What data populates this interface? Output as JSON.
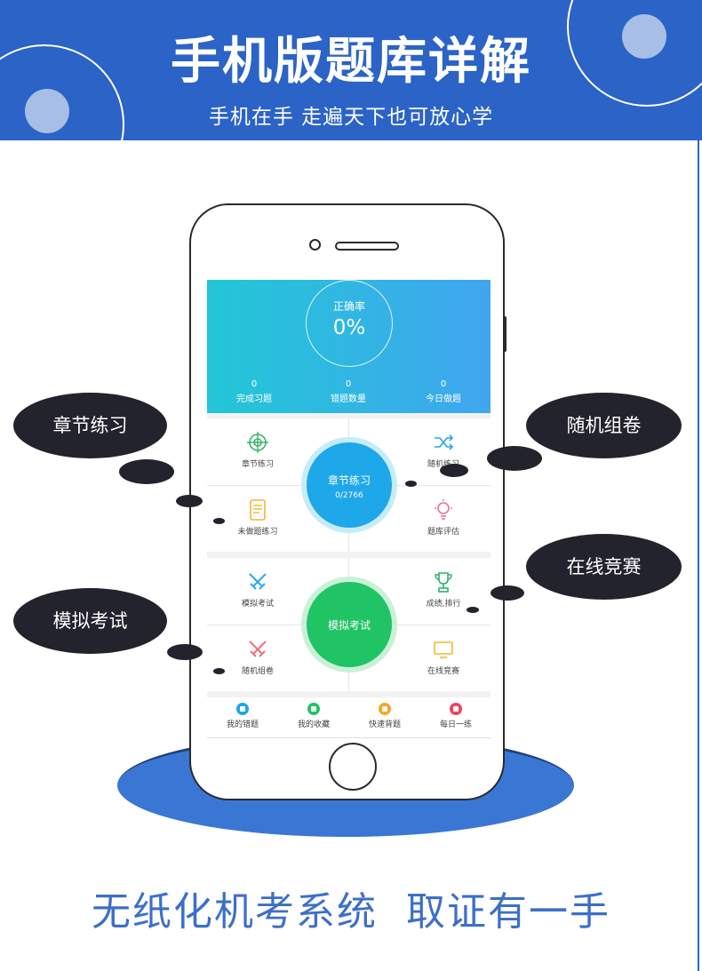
{
  "banner": {
    "title": "手机版题库详解",
    "subtitle": "手机在手 走遍天下也可放心学",
    "color": "#2b63c7"
  },
  "screen": {
    "accuracy_label": "正确率",
    "accuracy_value": "0%",
    "stats": [
      {
        "value": "0",
        "label": "完成习题"
      },
      {
        "value": "0",
        "label": "错题数量"
      },
      {
        "value": "0",
        "label": "今日做题"
      }
    ],
    "practice": {
      "center_title": "章节练习",
      "center_sub": "0/2766",
      "cells": [
        {
          "label": "章节练习",
          "icon": "target-icon"
        },
        {
          "label": "随机练习",
          "icon": "shuffle-icon"
        },
        {
          "label": "未做题练习",
          "icon": "note-icon"
        },
        {
          "label": "题库评估",
          "icon": "lightbulb-icon"
        }
      ]
    },
    "exam": {
      "center_title": "模拟考试",
      "cells": [
        {
          "label": "模拟考试",
          "icon": "crossed-swords-icon"
        },
        {
          "label": "成绩,排行",
          "icon": "trophy-icon"
        },
        {
          "label": "随机组卷",
          "icon": "crossed-swords-icon"
        },
        {
          "label": "在线竞赛",
          "icon": "monitor-icon"
        }
      ]
    },
    "nav": [
      {
        "label": "我的错题",
        "color": "#1ea7e9"
      },
      {
        "label": "我的收藏",
        "color": "#20c464"
      },
      {
        "label": "快速背题",
        "color": "#f5a623"
      },
      {
        "label": "每日一练",
        "color": "#f0435a"
      }
    ]
  },
  "callouts": {
    "chapter": "章节练习",
    "random_paper": "随机组卷",
    "mock_exam": "模拟考试",
    "online_contest": "在线竞赛"
  },
  "footer": {
    "slogan": "无纸化机考系统  取证有一手"
  }
}
